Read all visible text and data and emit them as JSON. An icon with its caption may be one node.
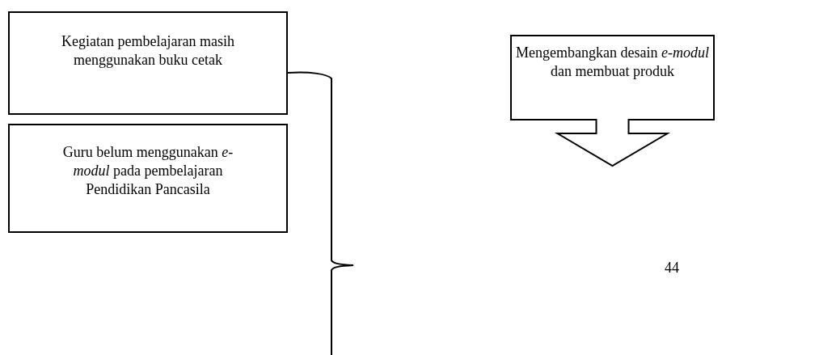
{
  "diagram": {
    "nodes": [
      {
        "text": [
          "Kegiatan pembelajaran masih menggunakan buku cetak"
        ]
      },
      {
        "text": [
          "Guru belum menggunakan *e-modul* pada pembelajaran Pendidikan Pancasila"
        ]
      },
      {
        "text": [
          "Mengembangkan desain *e-modul* dan membuat produk"
        ]
      }
    ],
    "labels": [
      "44"
    ]
  }
}
